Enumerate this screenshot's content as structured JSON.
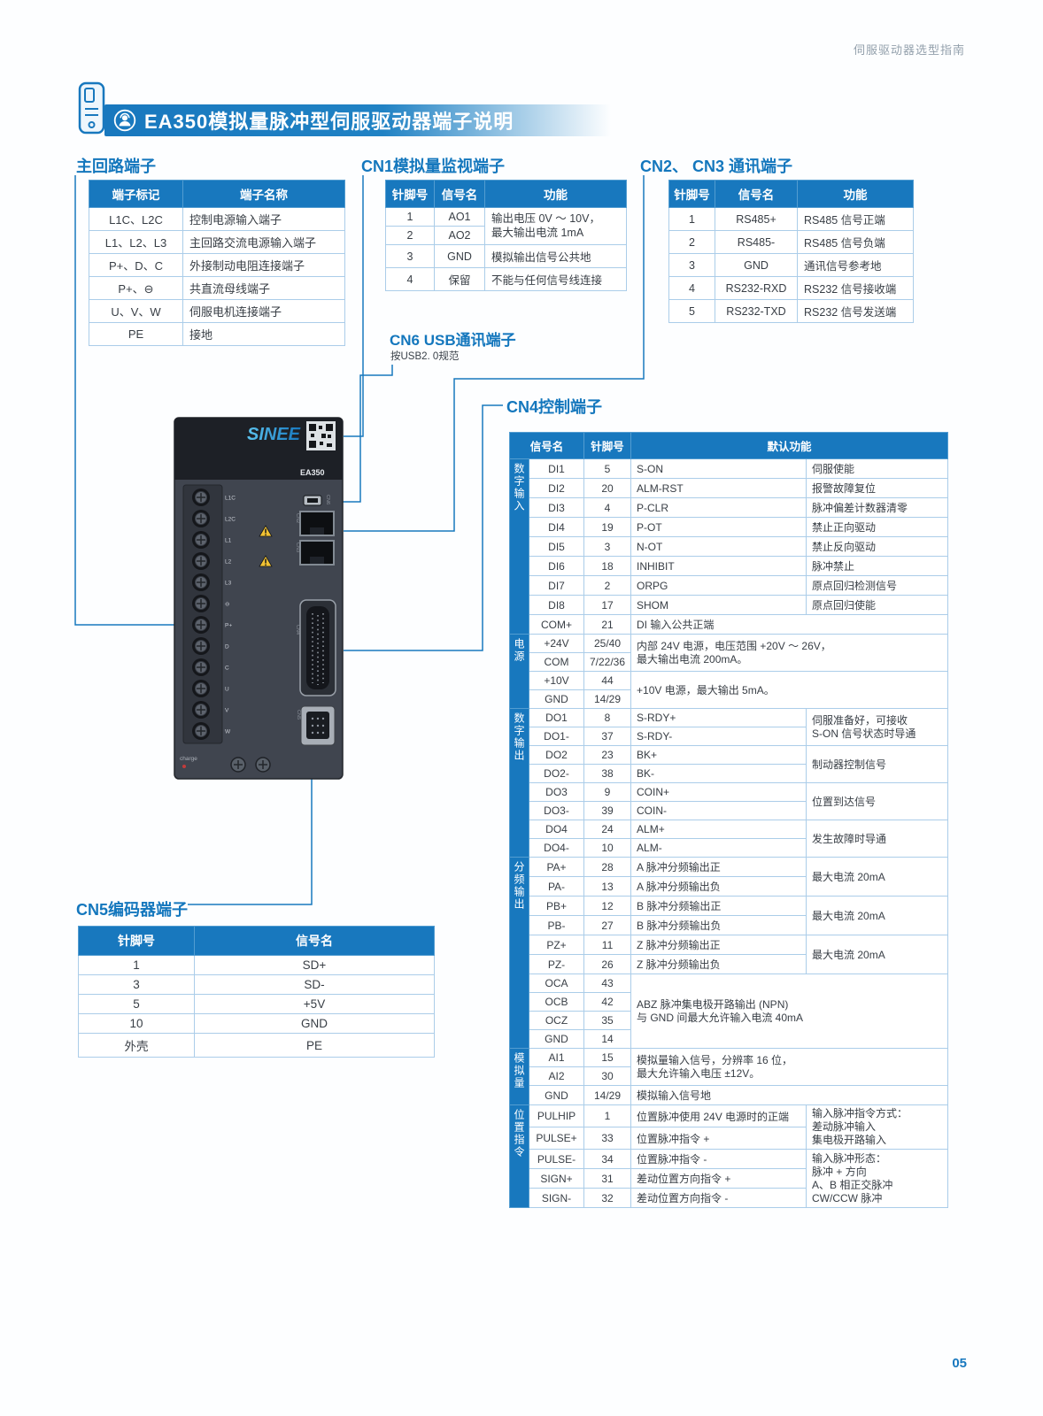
{
  "page": {
    "header_right": "伺服驱动器选型指南",
    "page_number": "05",
    "accent_color": "#1878be"
  },
  "title": {
    "text": "EA350模拟量脉冲型伺服驱动器端子说明"
  },
  "main_circuit": {
    "heading": "主回路端子",
    "headers": {
      "mark": "端子标记",
      "name": "端子名称"
    },
    "rows": [
      {
        "mark": "L1C、L2C",
        "name": "控制电源输入端子"
      },
      {
        "mark": "L1、L2、L3",
        "name": "主回路交流电源输入端子"
      },
      {
        "mark": "P+、D、C",
        "name": "外接制动电阻连接端子"
      },
      {
        "mark": "P+、⊖",
        "name": "共直流母线端子"
      },
      {
        "mark": "U、V、W",
        "name": "伺服电机连接端子"
      },
      {
        "mark": "PE",
        "name": "接地"
      }
    ]
  },
  "cn1": {
    "heading": "CN1模拟量监视端子",
    "headers": {
      "pin": "针脚号",
      "sig": "信号名",
      "func": "功能"
    },
    "r1": {
      "pin": "1",
      "sig": "AO1"
    },
    "r2": {
      "pin": "2",
      "sig": "AO2"
    },
    "merged_func": "输出电压 0V ～ 10V，\n最大输出电流 1mA",
    "r3": {
      "pin": "3",
      "sig": "GND",
      "func": "模拟输出信号公共地"
    },
    "r4": {
      "pin": "4",
      "sig": "保留",
      "func": "不能与任何信号线连接"
    }
  },
  "cn23": {
    "heading": "CN2、 CN3 通讯端子",
    "headers": {
      "pin": "针脚号",
      "sig": "信号名",
      "func": "功能"
    },
    "rows": [
      {
        "pin": "1",
        "sig": "RS485+",
        "func": "RS485 信号正端"
      },
      {
        "pin": "2",
        "sig": "RS485-",
        "func": "RS485 信号负端"
      },
      {
        "pin": "3",
        "sig": "GND",
        "func": "通讯信号参考地"
      },
      {
        "pin": "4",
        "sig": "RS232-RXD",
        "func": "RS232 信号接收端"
      },
      {
        "pin": "5",
        "sig": "RS232-TXD",
        "func": "RS232 信号发送端"
      }
    ]
  },
  "cn6": {
    "heading": "CN6 USB通讯端子",
    "note": "按USB2. 0规范"
  },
  "cn4": {
    "heading": "CN4控制端子",
    "headers": {
      "sig": "信号名",
      "pin": "针脚号",
      "func": "默认功能"
    },
    "groups": {
      "di": "数字输入",
      "power": "电源",
      "do": "数字输出",
      "freq": "分频输出",
      "analog": "模拟量",
      "pos": "位置指令"
    },
    "di": [
      {
        "s": "DI1",
        "p": "5",
        "f": "S-ON",
        "d": "伺服使能"
      },
      {
        "s": "DI2",
        "p": "20",
        "f": "ALM-RST",
        "d": "报警故障复位"
      },
      {
        "s": "DI3",
        "p": "4",
        "f": "P-CLR",
        "d": "脉冲偏差计数器清零"
      },
      {
        "s": "DI4",
        "p": "19",
        "f": "P-OT",
        "d": "禁止正向驱动"
      },
      {
        "s": "DI5",
        "p": "3",
        "f": "N-OT",
        "d": "禁止反向驱动"
      },
      {
        "s": "DI6",
        "p": "18",
        "f": "INHIBIT",
        "d": "脉冲禁止"
      },
      {
        "s": "DI7",
        "p": "2",
        "f": "ORPG",
        "d": "原点回归检测信号"
      },
      {
        "s": "DI8",
        "p": "17",
        "f": "SHOM",
        "d": "原点回归使能"
      },
      {
        "s": "COM+",
        "p": "21",
        "f": "DI 输入公共正端"
      }
    ],
    "power": [
      {
        "s": "+24V",
        "p": "25/40"
      },
      {
        "s": "COM",
        "p": "7/22/36"
      },
      {
        "s": "+10V",
        "p": "44"
      },
      {
        "s": "GND",
        "p": "14/29"
      }
    ],
    "power_merged": {
      "m24": "内部 24V 电源，电压范围 +20V ～ 26V，\n最大输出电流 200mA。",
      "m10": "+10V 电源，最大输出 5mA。"
    },
    "do": [
      {
        "s": "DO1",
        "p": "8",
        "f": "S-RDY+"
      },
      {
        "s": "DO1-",
        "p": "37",
        "f": "S-RDY-"
      },
      {
        "s": "DO2",
        "p": "23",
        "f": "BK+"
      },
      {
        "s": "DO2-",
        "p": "38",
        "f": "BK-"
      },
      {
        "s": "DO3",
        "p": "9",
        "f": "COIN+"
      },
      {
        "s": "DO3-",
        "p": "39",
        "f": "COIN-"
      },
      {
        "s": "DO4",
        "p": "24",
        "f": "ALM+"
      },
      {
        "s": "DO4-",
        "p": "10",
        "f": "ALM-"
      }
    ],
    "do_desc": {
      "srdy": "伺服准备好，可接收\nS-ON 信号状态时导通",
      "bk": "制动器控制信号",
      "coin": "位置到达信号",
      "alm": "发生故障时导通"
    },
    "freq": [
      {
        "s": "PA+",
        "p": "28",
        "f": "A 脉冲分频输出正"
      },
      {
        "s": "PA-",
        "p": "13",
        "f": "A 脉冲分频输出负"
      },
      {
        "s": "PB+",
        "p": "12",
        "f": "B 脉冲分频输出正"
      },
      {
        "s": "PB-",
        "p": "27",
        "f": "B 脉冲分频输出负"
      },
      {
        "s": "PZ+",
        "p": "11",
        "f": "Z 脉冲分频输出正"
      },
      {
        "s": "PZ-",
        "p": "26",
        "f": "Z 脉冲分频输出负"
      },
      {
        "s": "OCA",
        "p": "43"
      },
      {
        "s": "OCB",
        "p": "42"
      },
      {
        "s": "OCZ",
        "p": "35"
      },
      {
        "s": "GND",
        "p": "14"
      }
    ],
    "freq_desc": {
      "max": "最大电流 20mA",
      "oc": "ABZ 脉冲集电极开路输出 (NPN)\n与 GND 间最大允许输入电流 40mA"
    },
    "analog": [
      {
        "s": "AI1",
        "p": "15"
      },
      {
        "s": "AI2",
        "p": "30"
      },
      {
        "s": "GND",
        "p": "14/29",
        "f": "模拟输入信号地"
      }
    ],
    "analog_merged": "模拟量输入信号，分辨率 16 位，\n最大允许输入电压 ±12V。",
    "pos": [
      {
        "s": "PULHIP",
        "p": "1",
        "f": "位置脉冲使用 24V 电源时的正端"
      },
      {
        "s": "PULSE+",
        "p": "33",
        "f": "位置脉冲指令 +"
      },
      {
        "s": "PULSE-",
        "p": "34",
        "f": "位置脉冲指令 -"
      },
      {
        "s": "SIGN+",
        "p": "31",
        "f": "差动位置方向指令 +"
      },
      {
        "s": "SIGN-",
        "p": "32",
        "f": "差动位置方向指令 -"
      }
    ],
    "pos_desc": {
      "mode": "输入脉冲指令方式：\n差动脉冲输入\n集电极开路输入",
      "form": "输入脉冲形态：\n脉冲 + 方向\nA、B 相正交脉冲\nCW/CCW 脉冲"
    }
  },
  "cn5": {
    "heading": "CN5编码器端子",
    "headers": {
      "pin": "针脚号",
      "sig": "信号名"
    },
    "rows": [
      {
        "pin": "1",
        "sig": "SD+"
      },
      {
        "pin": "3",
        "sig": "SD-"
      },
      {
        "pin": "5",
        "sig": "+5V"
      },
      {
        "pin": "10",
        "sig": "GND"
      },
      {
        "pin": "外壳",
        "sig": "PE"
      }
    ]
  },
  "device": {
    "brand": "SINEE",
    "model": "EA350",
    "charge_label": "charge",
    "terminals": [
      "L1C",
      "L2C",
      "L1",
      "L2",
      "L3",
      "⊖",
      "P+",
      "D",
      "C",
      "U",
      "V",
      "W"
    ],
    "ports": [
      "CN6",
      "CN2",
      "CN3",
      "CN4",
      "CN5"
    ]
  }
}
